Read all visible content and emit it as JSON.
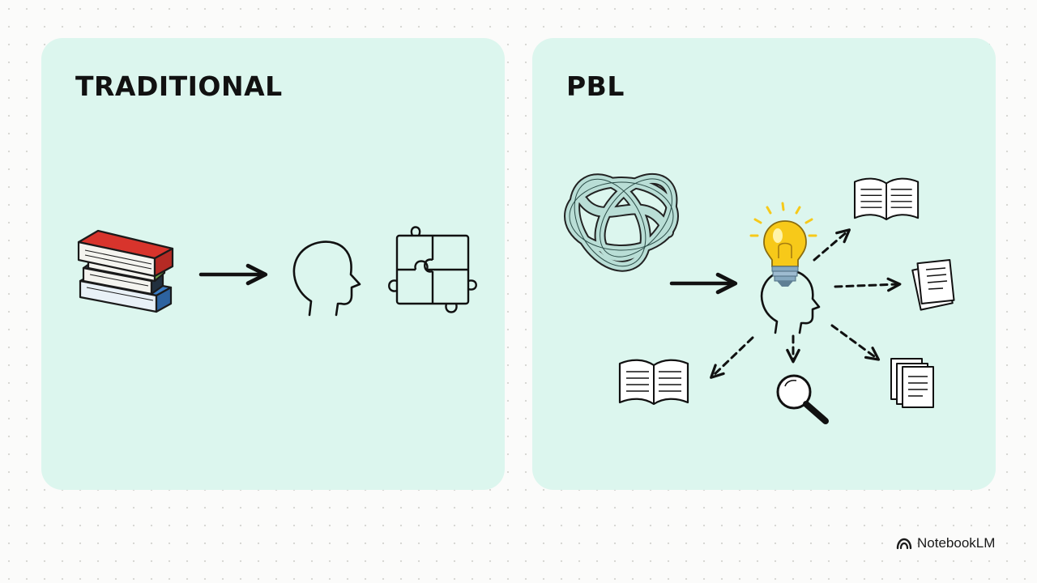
{
  "panels": {
    "traditional": {
      "title": "TRADITIONAL"
    },
    "pbl": {
      "title": "PBL"
    }
  },
  "icons": {
    "traditional": [
      "book-stack-icon",
      "arrow-right-icon",
      "head-icon",
      "puzzle-icon"
    ],
    "pbl": [
      "tangled-knot-icon",
      "arrow-right-icon",
      "head-icon",
      "lightbulb-icon",
      "open-book-icon",
      "documents-icon",
      "magnifier-icon"
    ]
  },
  "colors": {
    "panel_bg": "#dcf6ee",
    "page_bg": "#fbfbfa",
    "book_red": "#d8342c",
    "book_green": "#8cc464",
    "book_blue": "#3a7cc4",
    "knot": "#b9ded6",
    "bulb": "#f7c919"
  },
  "brand": {
    "name": "NotebookLM"
  }
}
